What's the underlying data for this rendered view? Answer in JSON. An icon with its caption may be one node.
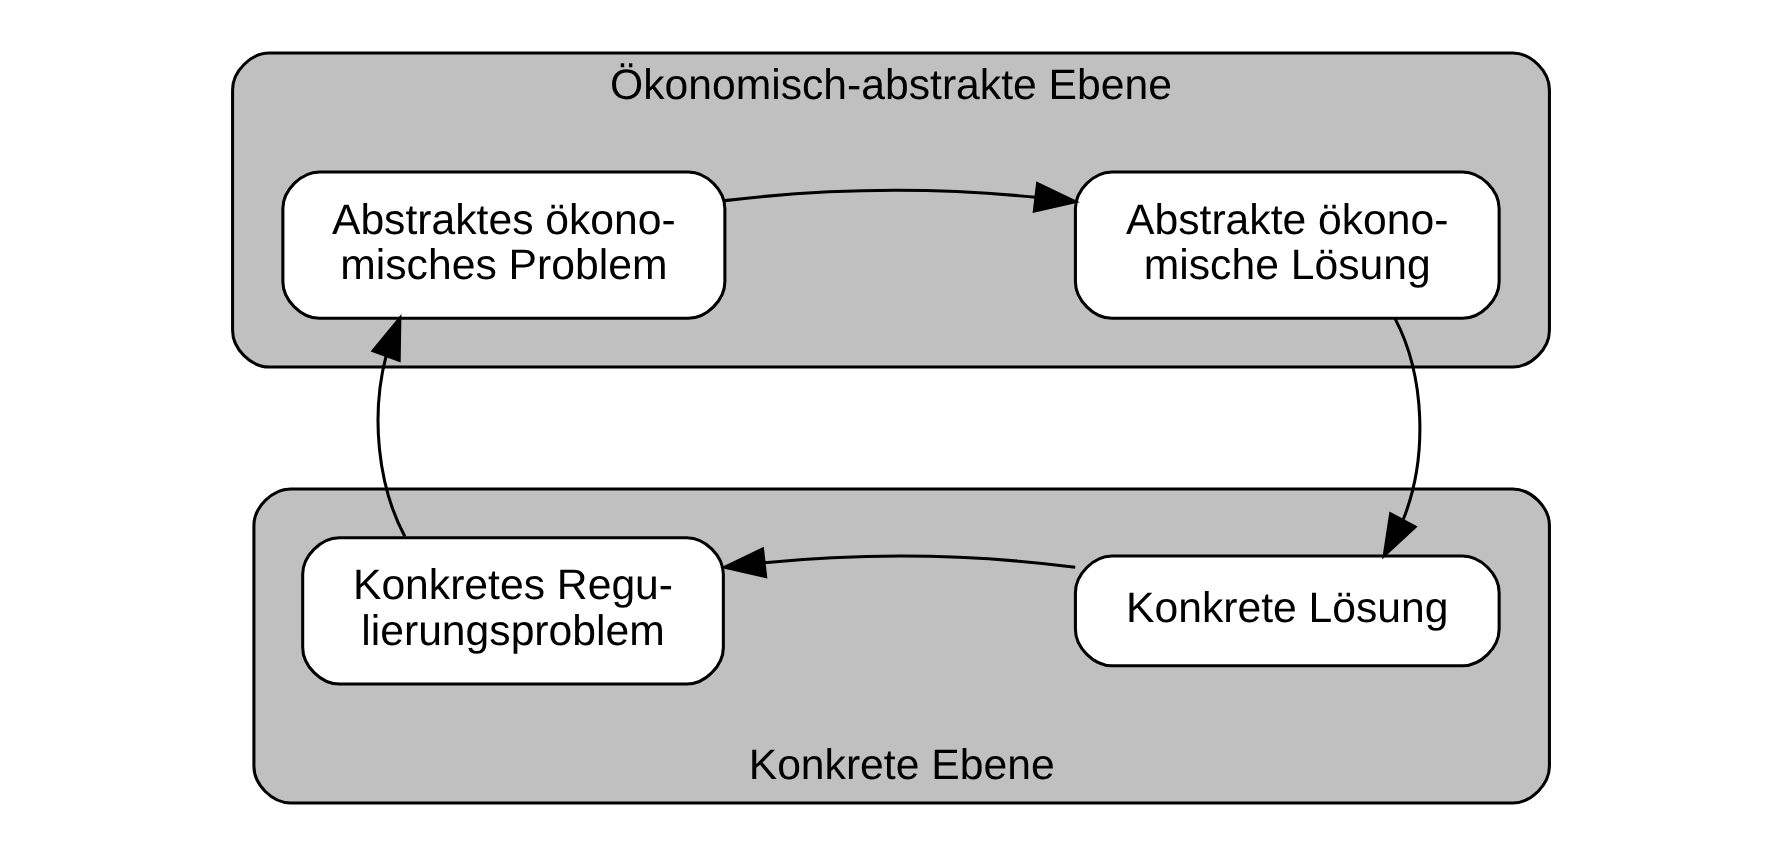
{
  "diagram": {
    "nodes": [
      {
        "text": [
          "Ökonomisch-abstrakte Ebene"
        ]
      },
      {
        "text": [
          "Abstraktes ökono- misches Problem"
        ],
        "in": 0
      },
      {
        "text": [
          "Abstrakte ökono- mische Lösung"
        ],
        "in": 0
      },
      {
        "text": [
          "Konkrete Ebene"
        ]
      },
      {
        "text": [
          "Konkretes Regu- lierungsproblem"
        ],
        "in": 3
      },
      {
        "text": [
          "Konkrete Lösung"
        ],
        "in": 3
      }
    ],
    "edges": [
      {
        "from": 1,
        "to": 2,
        "arrow": "to"
      },
      {
        "from": 2,
        "to": 5,
        "arrow": "to"
      },
      {
        "from": 5,
        "to": 4,
        "arrow": "to"
      },
      {
        "from": 4,
        "to": 1,
        "arrow": "to"
      }
    ]
  }
}
